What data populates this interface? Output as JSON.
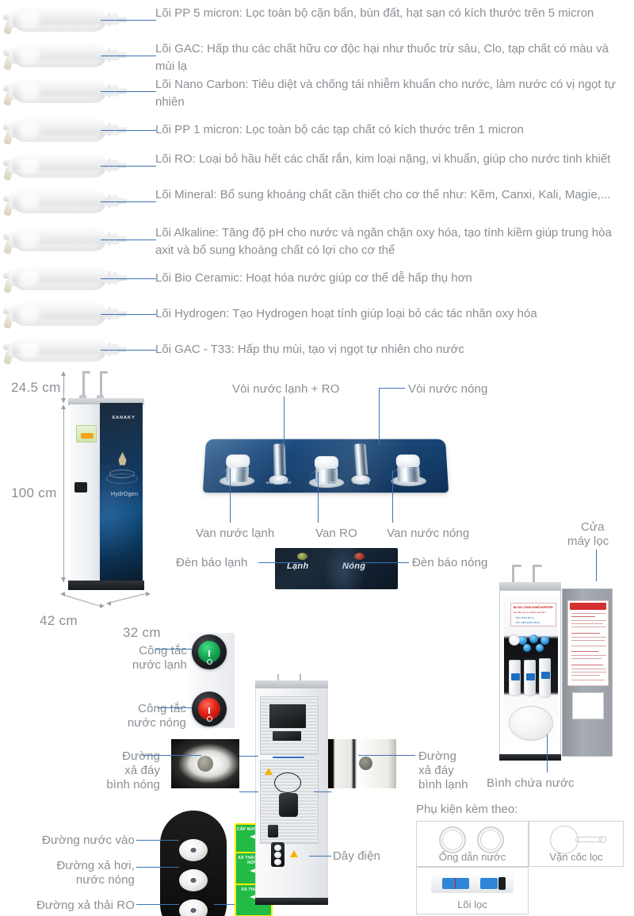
{
  "filters": [
    {
      "name": "Lõi PP 5 micron",
      "desc": "Lõi PP 5 micron: Lọc toàn bộ cặn bẩn, bùn đất, hạt sạn có kích thước trên 5 micron"
    },
    {
      "name": "Lõi GAC",
      "desc": "Lõi GAC: Hấp thu các chất hữu cơ độc hại như thuốc trừ sâu, Clo, tạp chất có màu và mùi lạ"
    },
    {
      "name": "Lõi Nano Carbon",
      "desc": "Lõi Nano Carbon: Tiêu diệt và chống tái nhiễm khuẩn cho nước, làm nước có vị ngọt tự nhiên"
    },
    {
      "name": "Lõi PP 1 micron",
      "desc": "Lõi PP 1 micron: Lọc toàn bộ các tạp chất có kích thước trên 1 micron"
    },
    {
      "name": "Lõi RO",
      "desc": "Lõi RO: Loại bỏ hầu hết các chất rắn, kim loại nặng, vi khuẩn, giúp cho nước tinh khiết"
    },
    {
      "name": "Lõi Mineral",
      "desc": "Lõi Mineral: Bổ sung khoáng chất cần thiết cho cơ thể như: Kẽm, Canxi, Kali, Magie,..."
    },
    {
      "name": "Lõi Alkaline",
      "desc": "Lõi Alkaline: Tăng độ pH cho nước và ngăn chặn oxy hóa, tạo tính kiềm giúp trung hòa axit và bổ sung khoáng chất có lợi cho cơ thể"
    },
    {
      "name": "Lõi Bio Ceramic",
      "desc": "Lõi Bio Ceramic: Hoạt hóa nước giúp cơ thể dễ hấp thụ hơn"
    },
    {
      "name": "Lõi Hydrogen",
      "desc": "Lõi Hydrogen: Tạo Hydrogen hoạt tính giúp loại bỏ các tác nhân oxy hóa"
    },
    {
      "name": "Lõi GAC - T33",
      "desc": "Lõi GAC - T33: Hấp thụ mùi, tạo vị ngọt tự nhiên cho nước"
    }
  ],
  "dimensions": {
    "height_top": "24.5 cm",
    "height_body": "100 cm",
    "depth": "42 cm",
    "width": "32 cm"
  },
  "dispenser": {
    "brand": "SANAKY",
    "model_text": "HydrOgen",
    "inverter_badge": "INVERTER"
  },
  "faucet_panel": {
    "callouts": {
      "cold_ro_spout": "Vòi nước lạnh + RO",
      "hot_spout": "Vòi nước nóng",
      "cold_valve": "Van nước lạnh",
      "ro_valve": "Van RO",
      "hot_valve": "Van nước nóng"
    },
    "panel_labels": [
      "Nước lạnh",
      "Vòi lạnh / RO",
      "Nước RO",
      "Vòi nóng",
      "Nước nóng"
    ]
  },
  "lamps": {
    "cold_callout": "Đèn báo lạnh",
    "hot_callout": "Đèn báo nóng",
    "cold_label": "Lạnh",
    "hot_label": "Nóng"
  },
  "switches": {
    "cold": "Công tắc\nnước lạnh",
    "cold_l1": "Công tắc",
    "cold_l2": "nước lạnh",
    "hot_l1": "Công tắc",
    "hot_l2": "nước nóng",
    "marks": {
      "on": "I",
      "off": "O"
    }
  },
  "drains": {
    "hot_l1": "Đường",
    "hot_l2": "xả đáy",
    "hot_l3": "bình nóng",
    "cold_l1": "Đường",
    "cold_l2": "xả đáy",
    "cold_l3": "bình lạnh"
  },
  "ports": {
    "inlet": "Đường nước vào",
    "vent_l1": "Đường xả hơi,",
    "vent_l2": "nước nóng",
    "ro_waste": "Đường xả thải RO",
    "green_strip": [
      "CẤP NƯỚC VÀO",
      "XẢ THẢI NƯỚC NÓNG",
      "XẢ THẢI RO"
    ]
  },
  "internals": {
    "power_cord": "Dây điện"
  },
  "cabinet": {
    "door_l1": "Cửa",
    "door_l2": "máy lọc",
    "tank": "Bình chứa nước",
    "inverter_card": {
      "line1": "BLOCK CÔNG NGHỆ INVERTER",
      "line2": "Lần đầu tiên có mặt tại Việt Nam",
      "line3": "VẬN HÀNH ÊM ÁI",
      "line4": "TIẾT KIỆM ĐIỆN NĂNG"
    }
  },
  "accessories": {
    "title": "Phụ kiện kèm theo:",
    "items": [
      {
        "label": "Ống dẫn nước",
        "icon": "water-tube-icon"
      },
      {
        "label": "Vặn cốc lọc",
        "icon": "filter-wrench-icon"
      },
      {
        "label": "Lõi lọc",
        "icon": "filter-cartridge-icon"
      }
    ]
  },
  "colors": {
    "leader_line": "#3c74b4",
    "text": "#8a8f94",
    "panel_blue": "#16406e",
    "green_strip": "#22bb44",
    "switch_green": "#17a855",
    "switch_red": "#e02217"
  }
}
